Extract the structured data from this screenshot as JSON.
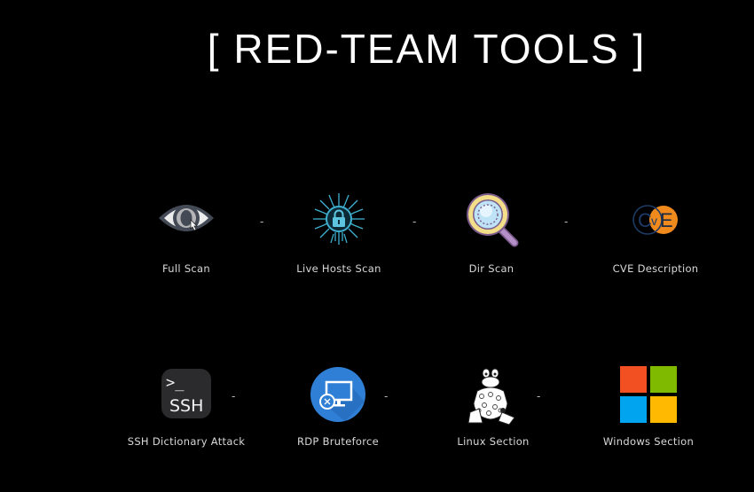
{
  "header": {
    "title": "[ RED-TEAM TOOLS ]"
  },
  "separator": "-",
  "tools": [
    {
      "label": "Full Scan",
      "icon": "eye-cursor-icon"
    },
    {
      "label": "Live Hosts Scan",
      "icon": "circuit-lock-icon"
    },
    {
      "label": "Dir Scan",
      "icon": "magnifying-glass-icon"
    },
    {
      "label": "CVE Description",
      "icon": "cve-logo-icon"
    },
    {
      "label": "SSH Dictionary Attack",
      "icon": "ssh-terminal-icon"
    },
    {
      "label": "RDP Bruteforce",
      "icon": "remote-desktop-icon"
    },
    {
      "label": "Linux Section",
      "icon": "tux-mascot-icon"
    },
    {
      "label": "Windows Section",
      "icon": "windows-logo-icon"
    }
  ],
  "colors": {
    "background": "#000000",
    "windows_red": "#f25022",
    "windows_green": "#7fba00",
    "windows_blue": "#00a4ef",
    "windows_yellow": "#ffb900",
    "cve_orange": "#f08a1c",
    "rdp_blue": "#2f7fd6",
    "circuit_cyan": "#3fb0d0"
  }
}
